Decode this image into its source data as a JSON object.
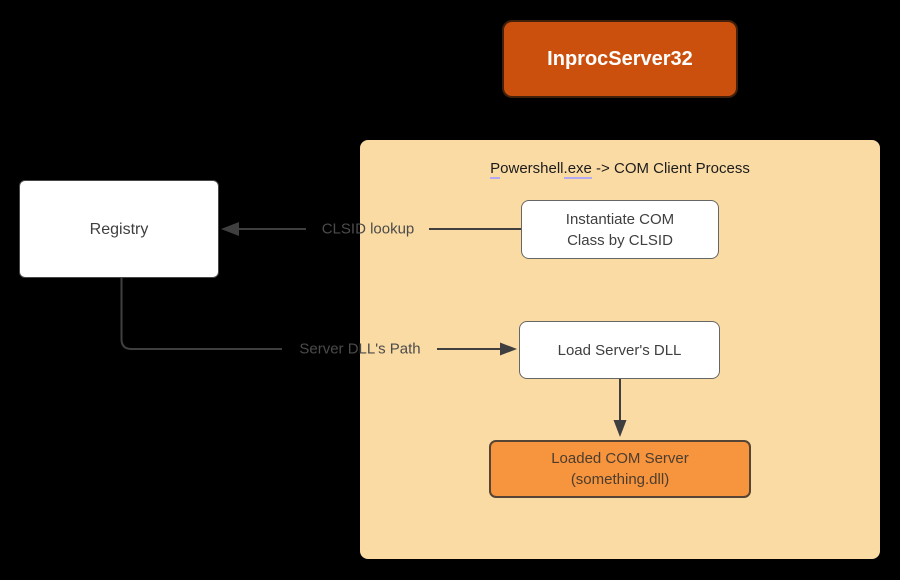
{
  "diagram": {
    "title_box": {
      "label": "InprocServer32"
    },
    "client_process": {
      "title_full": "Powershell.exe -> COM Client Process",
      "title_parts": [
        {
          "text": "P",
          "underlined": true
        },
        {
          "text": "owershell",
          "underlined": false
        },
        {
          "text": ".exe",
          "underlined": true
        },
        {
          "text": " -> COM Client Process",
          "underlined": false
        }
      ]
    },
    "nodes": {
      "registry": {
        "label": "Registry"
      },
      "instantiate": {
        "line1": "Instantiate COM",
        "line2": "Class by CLSID"
      },
      "load_dll": {
        "label": "Load Server's DLL"
      },
      "loaded_server": {
        "line1": "Loaded COM Server",
        "line2": "(something.dll)"
      }
    },
    "edges": {
      "clsid_lookup": {
        "label": "CLSID lookup",
        "from": "Instantiate COM Class by CLSID",
        "to": "Registry"
      },
      "server_dll_path": {
        "label": "Server DLL's Path",
        "from": "Registry",
        "to": "Load Server's DLL"
      },
      "load_to_loaded": {
        "label": "",
        "from": "Load Server's DLL",
        "to": "Loaded COM Server (something.dll)"
      }
    },
    "colors": {
      "background": "#000000",
      "title_box_fill": "#CC500D",
      "title_box_border": "#42200A",
      "container_fill": "#FBDBA4",
      "node_fill": "#FFFFFF",
      "node_border": "#666666",
      "loaded_server_fill": "#F7943E",
      "loaded_server_border": "#574434",
      "arrow": "#3F3F3F",
      "node_text": "#3F3F3F",
      "spellcheck_underline": "#B3A8F2"
    }
  }
}
